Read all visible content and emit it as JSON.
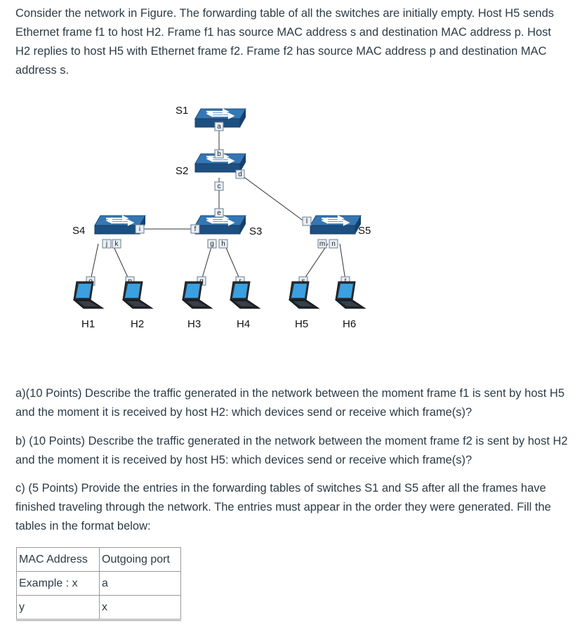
{
  "intro": "Consider the network in Figure. The forwarding table of all the switches are initially empty. Host H5 sends Ethernet frame f1 to host H2. Frame f1 has source MAC address s and destination MAC address p. Host H2 replies to host H5 with Ethernet frame f2. Frame f2 has source MAC address p and destination MAC address s.",
  "diagram": {
    "switches": {
      "s1": "S1",
      "s2": "S2",
      "s3": "S3",
      "s4": "S4",
      "s5": "S5"
    },
    "ports": {
      "a": "a",
      "b": "b",
      "c": "c",
      "d": "d",
      "e": "e",
      "f": "f",
      "g": "g",
      "h": "h",
      "i": "i",
      "j": "j",
      "k": "k",
      "l": "l",
      "m": "m",
      "n": "n",
      "o": "o",
      "p": "p",
      "q": "q",
      "r": "r",
      "s": "s",
      "t": "t"
    },
    "hosts": {
      "h1": "H1",
      "h2": "H2",
      "h3": "H3",
      "h4": "H4",
      "h5": "H5",
      "h6": "H6"
    },
    "colors": {
      "switch_top": "#2e6da4",
      "switch_front": "#1d4f80",
      "port_fill": "#e8eef5",
      "port_stroke": "#6a7d90"
    }
  },
  "questions": {
    "a": "a)(10 Points) Describe the traffic generated in the network between the moment frame f1 is sent by host H5 and the moment it is received by host H2: which devices send or receive which frame(s)?",
    "b": "b) (10 Points) Describe the traffic generated in the network between the moment frame f2 is sent by host H2 and the moment it is received by host H5: which devices send or receive which frame(s)?",
    "c": "c) (5 Points) Provide the entries in the forwarding tables of switches S1 and S5 after all the frames have finished traveling through the network. The entries must appear in the order they were generated. Fill the tables in the format below:"
  },
  "table": {
    "headers": [
      "MAC Address",
      "Outgoing port"
    ],
    "rows": [
      [
        "Example : x",
        "a"
      ],
      [
        "y",
        "x"
      ]
    ]
  }
}
